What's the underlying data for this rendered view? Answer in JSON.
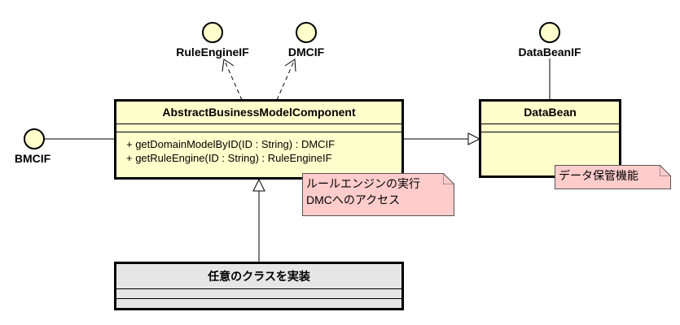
{
  "diagram": {
    "type": "UML class diagram",
    "colors": {
      "class_fill": "#ffffcc",
      "impl_class_fill": "#e6e6e6",
      "note_fill": "#ffcccc",
      "interface_fill": "#ffffcc",
      "stroke": "#000000"
    },
    "interfaces": [
      {
        "id": "rule-engine-if",
        "label": "RuleEngineIF"
      },
      {
        "id": "dmcif",
        "label": "DMCIF"
      },
      {
        "id": "bmcif",
        "label": "BMCIF"
      },
      {
        "id": "databean-if",
        "label": "DataBeanIF"
      }
    ],
    "classes": {
      "abstract_bmc": {
        "name": "AbstractBusinessModelComponent",
        "attributes": [],
        "operations": [
          "+ getDomainModelByID(ID : String) : DMCIF",
          "+ getRuleEngine(ID : String) : RuleEngineIF"
        ]
      },
      "databean": {
        "name": "DataBean",
        "attributes": [],
        "operations": []
      },
      "impl": {
        "name": "任意のクラスを実装",
        "attributes": [],
        "operations": []
      }
    },
    "notes": {
      "bmc_note": {
        "lines": [
          "ルールエンジンの実行",
          "DMCへのアクセス"
        ]
      },
      "databean_note": {
        "lines": [
          "データ保管機能"
        ]
      }
    },
    "relationships": [
      {
        "type": "dependency",
        "from": "AbstractBusinessModelComponent",
        "to": "RuleEngineIF"
      },
      {
        "type": "dependency",
        "from": "AbstractBusinessModelComponent",
        "to": "DMCIF"
      },
      {
        "type": "realization",
        "from": "AbstractBusinessModelComponent",
        "to": "BMCIF"
      },
      {
        "type": "generalization",
        "from": "AbstractBusinessModelComponent",
        "to": "DataBean"
      },
      {
        "type": "realization",
        "from": "DataBean",
        "to": "DataBeanIF"
      },
      {
        "type": "generalization",
        "from": "任意のクラスを実装",
        "to": "AbstractBusinessModelComponent"
      }
    ]
  }
}
